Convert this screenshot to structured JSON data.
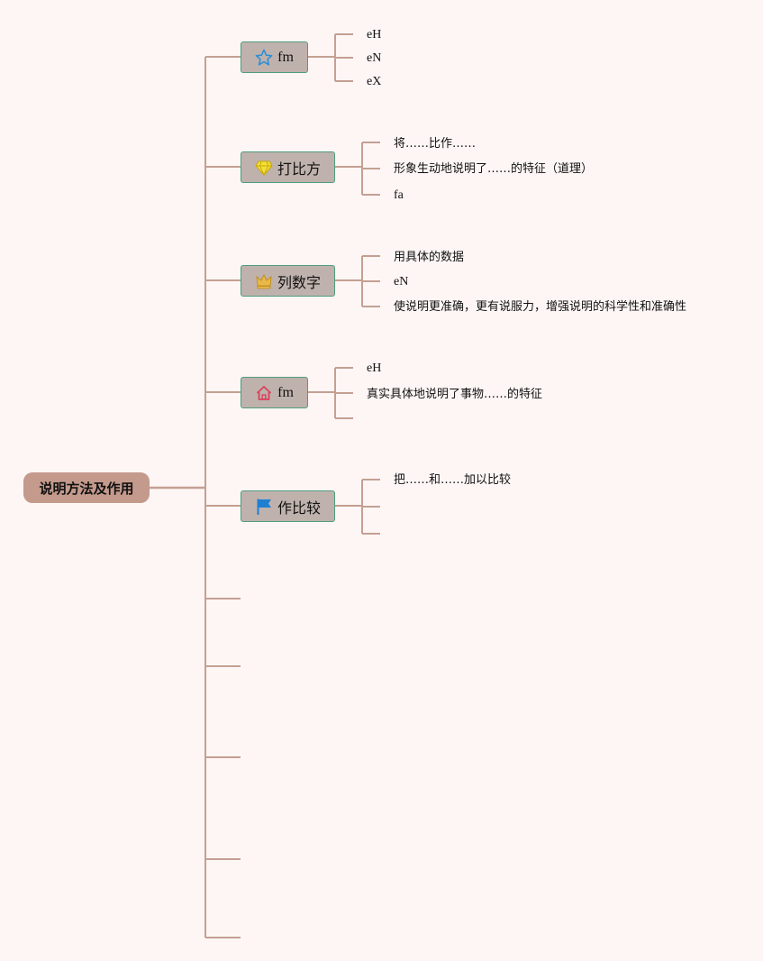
{
  "root": {
    "label": "说明方法及作用"
  },
  "branches": [
    {
      "label": "fm",
      "icon": "star-icon",
      "leaves": [
        "eH",
        "eN",
        "eX"
      ]
    },
    {
      "label": "打比方",
      "icon": "diamond-icon",
      "leaves": [
        "将……比作……",
        "形象生动地说明了……的特征（道理）",
        "fa"
      ]
    },
    {
      "label": "列数字",
      "icon": "crown-icon",
      "leaves": [
        "用具体的数据",
        "eN",
        "使说明更准确，更有说服力，增强说明的科学性和准确性"
      ]
    },
    {
      "label": "fm",
      "icon": "home-icon",
      "leaves": [
        "eH",
        "真实具体地说明了事物……的特征",
        ""
      ]
    },
    {
      "label": "作比较",
      "icon": "flag-icon",
      "leaves": [
        "把……和……加以比较",
        "",
        ""
      ]
    }
  ],
  "colors": {
    "connector": "#c4a093",
    "root_fill": "#c49a8c",
    "branch_fill": "#bfb2ad",
    "branch_border": "#4f9d7e"
  }
}
